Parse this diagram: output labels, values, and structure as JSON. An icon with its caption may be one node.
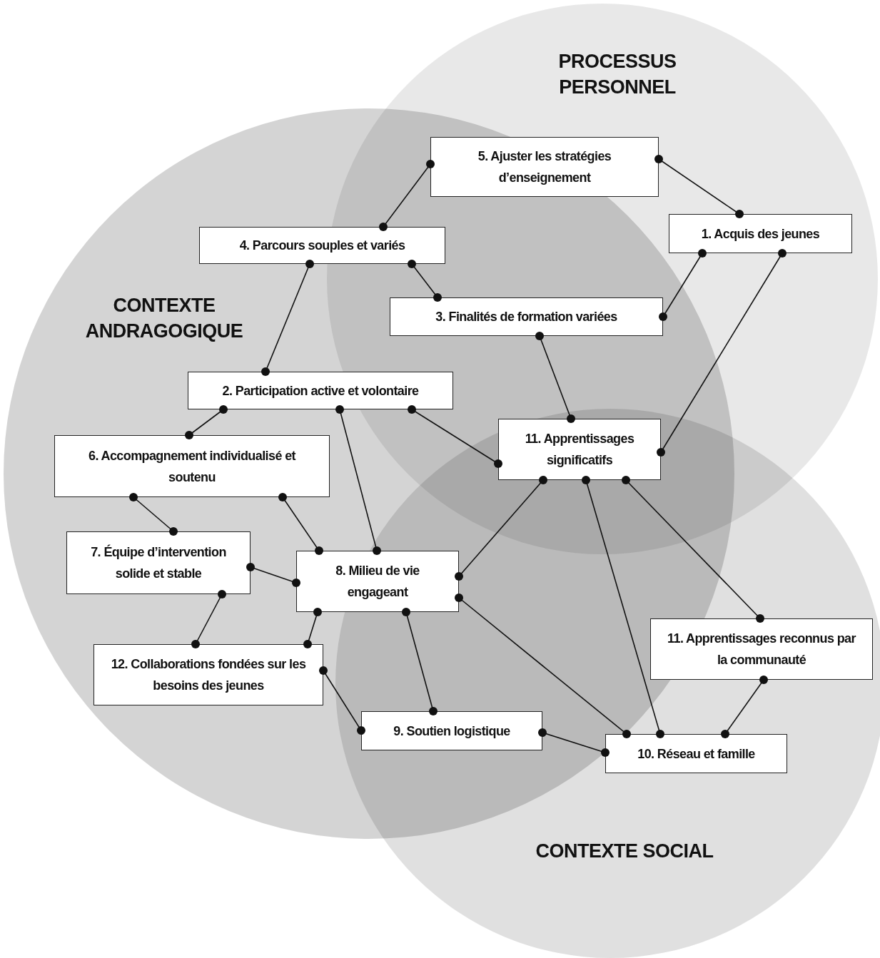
{
  "diagram": {
    "nodes": [
      {
        "text": [
          "5. Ajuster les stratégies d’enseignement"
        ]
      },
      {
        "text": [
          "1. Acquis des jeunes"
        ]
      },
      {
        "text": [
          "4. Parcours souples et variés"
        ]
      },
      {
        "text": [
          "3. Finalités de formation variées"
        ]
      },
      {
        "text": [
          "2. Participation active et volontaire"
        ]
      },
      {
        "text": [
          "11. Apprentissages significatifs"
        ]
      },
      {
        "text": [
          "6. Accompagnement individualisé et soutenu"
        ]
      },
      {
        "text": [
          "7. Équipe d’intervention solide et stable"
        ]
      },
      {
        "text": [
          "8. Milieu de vie engageant"
        ]
      },
      {
        "text": [
          "11. Apprentissages reconnus par la communauté"
        ]
      },
      {
        "text": [
          "12. Collaborations fondées sur les besoins des jeunes"
        ]
      },
      {
        "text": [
          "9. Soutien logistique"
        ]
      },
      {
        "text": [
          "10. Réseau et famille"
        ]
      }
    ],
    "edges": [
      {
        "from": 0,
        "to": 2,
        "arrow": "other"
      },
      {
        "from": 0,
        "to": 1,
        "arrow": "other"
      },
      {
        "from": 2,
        "to": 3,
        "arrow": "other"
      },
      {
        "from": 2,
        "to": 4,
        "arrow": "other"
      },
      {
        "from": 1,
        "to": 3,
        "arrow": "other"
      },
      {
        "from": 1,
        "to": 5,
        "arrow": "other"
      },
      {
        "from": 3,
        "to": 5,
        "arrow": "other"
      },
      {
        "from": 4,
        "to": 6,
        "arrow": "other"
      },
      {
        "from": 4,
        "to": 8,
        "arrow": "other"
      },
      {
        "from": 4,
        "to": 5,
        "arrow": "other"
      },
      {
        "from": 6,
        "to": 7,
        "arrow": "other"
      },
      {
        "from": 6,
        "to": 8,
        "arrow": "other"
      },
      {
        "from": 7,
        "to": 8,
        "arrow": "other"
      },
      {
        "from": 7,
        "to": 10,
        "arrow": "other"
      },
      {
        "from": 8,
        "to": 10,
        "arrow": "other"
      },
      {
        "from": 5,
        "to": 8,
        "arrow": "other"
      },
      {
        "from": 5,
        "to": 12,
        "arrow": "other"
      },
      {
        "from": 5,
        "to": 9,
        "arrow": "other"
      },
      {
        "from": 8,
        "to": 11,
        "arrow": "other"
      },
      {
        "from": 8,
        "to": 12,
        "arrow": "other"
      },
      {
        "from": 10,
        "to": 11,
        "arrow": "other"
      },
      {
        "from": 11,
        "to": 12,
        "arrow": "other"
      },
      {
        "from": 9,
        "to": 12,
        "arrow": "other"
      }
    ],
    "labels": [
      "PROCESSUS PERSONNEL",
      "CONTEXTE ANDRAGOGIQUE",
      "CONTEXTE SOCIAL"
    ]
  }
}
